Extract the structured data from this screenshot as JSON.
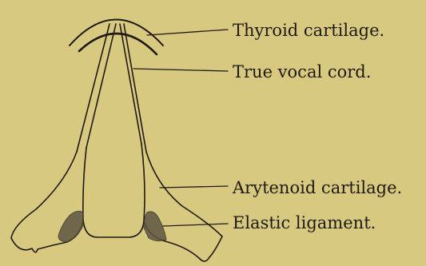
{
  "labels": {
    "thyroid_cartilage": "Thyroid cartilage.",
    "true_vocal_cord": "True vocal cord.",
    "arytenoid_cartilage": "Arytenoid cartilage.",
    "elastic_ligament": "Elastic ligament."
  },
  "colors": {
    "paper": "#d8c981",
    "ink": "#1f1a10",
    "shading": "#5d5542"
  }
}
